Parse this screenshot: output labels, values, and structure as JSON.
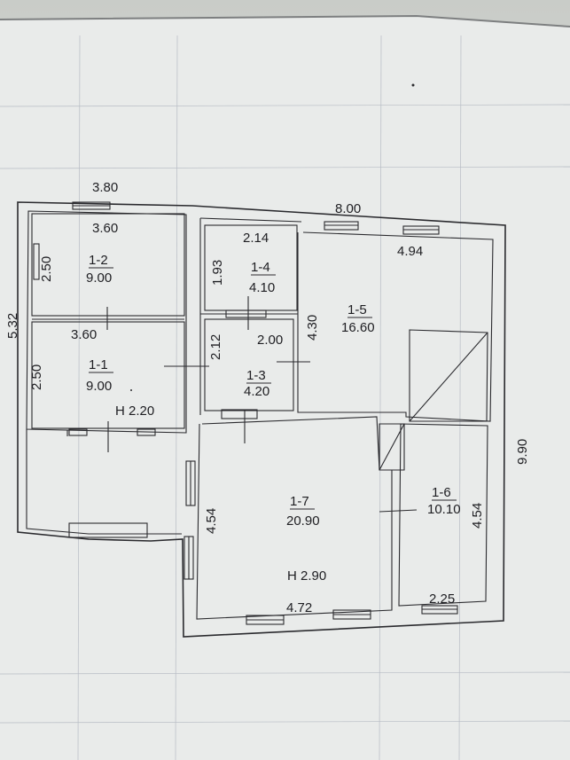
{
  "dimensions": {
    "top_overall": "3.80",
    "left_overall": "5.32",
    "right_overall": "9.90",
    "top_right_width": "8.00",
    "r12_width": "3.60",
    "r12_height": "2.50",
    "r11_width": "3.60",
    "r11_height": "2.50",
    "r14_width": "2.14",
    "r14_height": "1.93",
    "r13_height": "2.12",
    "r13_width": "2.00",
    "r15_width": "4.94",
    "r15_height": "4.30",
    "r17_height": "4.54",
    "r17_width": "4.72",
    "r16_height": "4.54",
    "r16_width": "2.25"
  },
  "ceiling_heights": {
    "left_wing": "Н 2.20",
    "main": "Н 2.90"
  },
  "rooms": [
    {
      "id": "1-2",
      "area": "9.00"
    },
    {
      "id": "1-1",
      "area": "9.00"
    },
    {
      "id": "1-4",
      "area": "4.10"
    },
    {
      "id": "1-3",
      "area": "4.20"
    },
    {
      "id": "1-5",
      "area": "16.60"
    },
    {
      "id": "1-7",
      "area": "20.90"
    },
    {
      "id": "1-6",
      "area": "10.10"
    }
  ],
  "colors": {
    "paper": "#ebedec",
    "ink": "#1e1e22",
    "grid": "#b7bcc4"
  }
}
